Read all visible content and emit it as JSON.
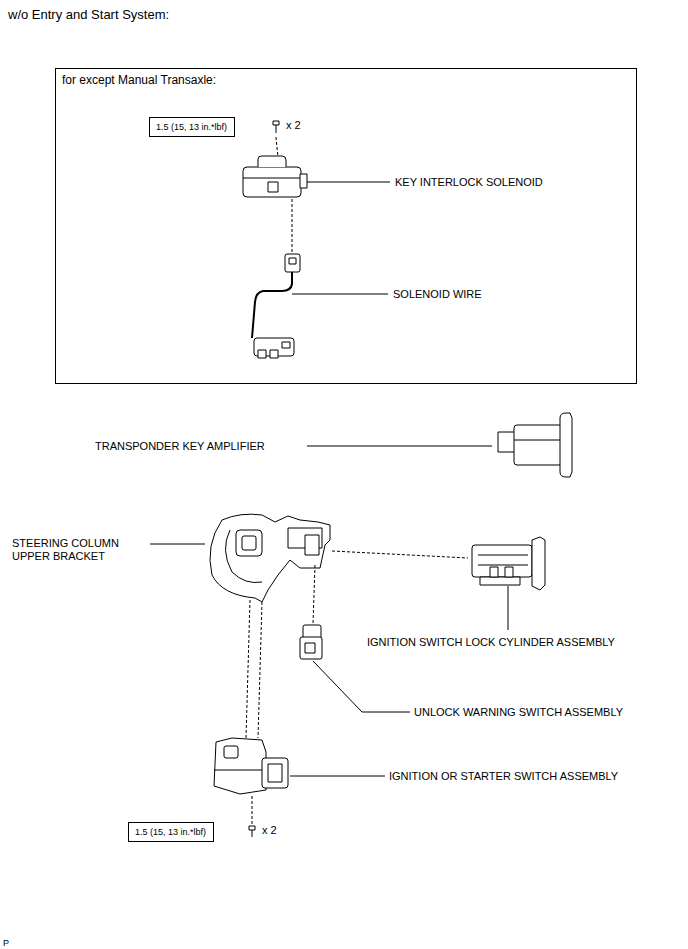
{
  "diagram": {
    "title": "w/o Entry and Start System:",
    "nodes": [
      {
        "text": [
          "for except Manual Transaxle:"
        ]
      },
      {
        "text": [
          "1.5 (15, 13 in.*lbf)"
        ],
        "in": 0
      },
      {
        "text": [
          "1.5 (15, 13 in.*lbf)"
        ]
      }
    ],
    "labels": [
      "x 2",
      "KEY INTERLOCK SOLENOID",
      "SOLENOID WIRE",
      "TRANSPONDER KEY AMPLIFIER",
      "STEERING COLUMN UPPER BRACKET",
      "IGNITION SWITCH LOCK CYLINDER ASSEMBLY",
      "UNLOCK WARNING SWITCH ASSEMBLY",
      "IGNITION OR STARTER SWITCH ASSEMBLY",
      "x 2",
      "P"
    ]
  }
}
